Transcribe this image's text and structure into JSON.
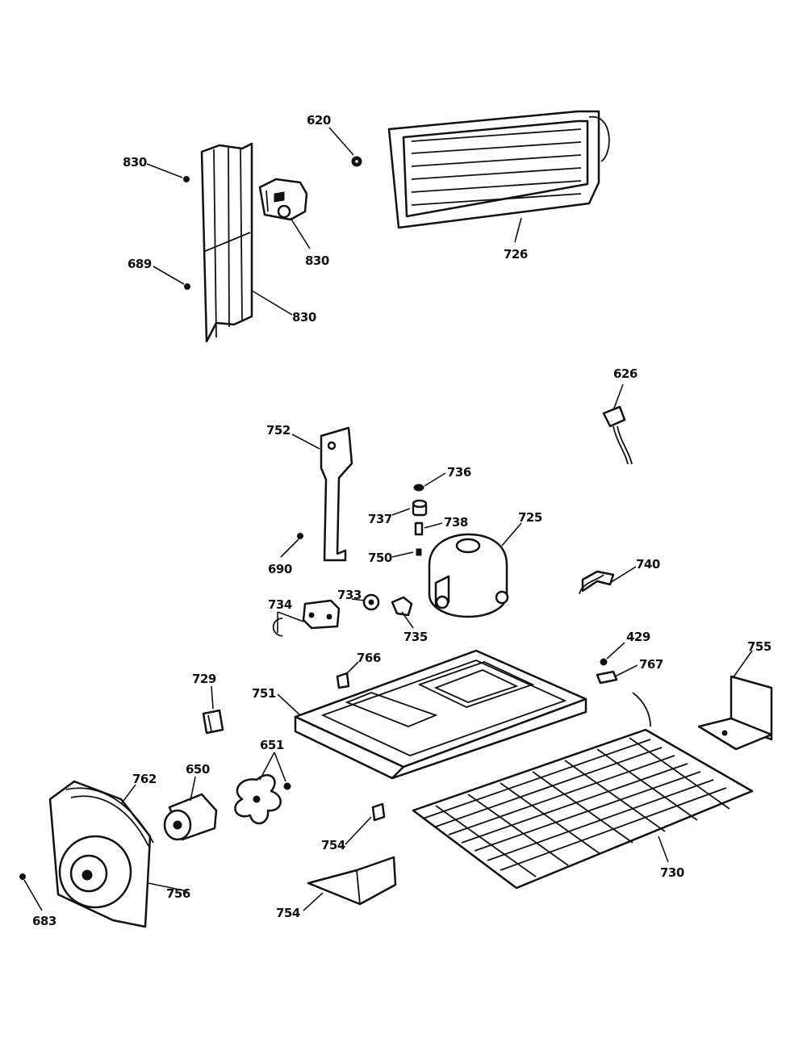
{
  "diagram": {
    "callouts": {
      "c830a": "830",
      "c830b": "830",
      "c830c": "830",
      "c689": "689",
      "c620": "620",
      "c726": "726",
      "c626": "626",
      "c752": "752",
      "c736": "736",
      "c737": "737",
      "c738": "738",
      "c725": "725",
      "c750": "750",
      "c690": "690",
      "c740": "740",
      "c734": "734",
      "c733": "733",
      "c735": "735",
      "c429": "429",
      "c755": "755",
      "c767": "767",
      "c766": "766",
      "c729": "729",
      "c751": "751",
      "c651": "651",
      "c650": "650",
      "c762": "762",
      "c754a": "754",
      "c754b": "754",
      "c756": "756",
      "c683": "683",
      "c730": "730"
    }
  }
}
